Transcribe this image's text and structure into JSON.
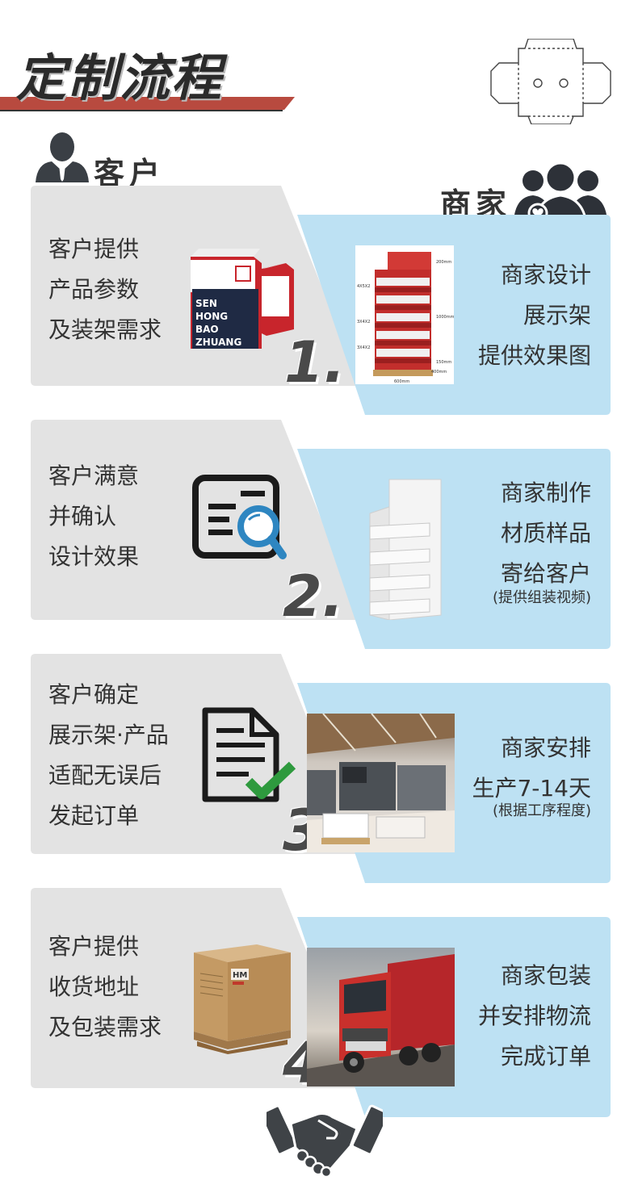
{
  "title": "定制流程",
  "roles": {
    "customer": "客户",
    "merchant": "商家"
  },
  "steps": [
    {
      "number": "1.",
      "left": [
        "客户提供",
        "产品参数",
        "及装架需求"
      ],
      "right": [
        "商家设计",
        "展示架",
        "提供效果图"
      ],
      "note": "",
      "box_label": [
        "SEN",
        "HONG",
        "BAO",
        "ZHUANG"
      ],
      "rack_dims": [
        "200mm",
        "1000mm",
        "150mm",
        "400mm",
        "600mm"
      ],
      "rack_rows": [
        "4X5X2",
        "3X4X2",
        "3X4X2"
      ]
    },
    {
      "number": "2.",
      "left": [
        "客户满意",
        "并确认",
        "设计效果"
      ],
      "right": [
        "商家制作",
        "材质样品",
        "寄给客户"
      ],
      "note": "(提供组装视频)"
    },
    {
      "number": "3.",
      "left": [
        "客户确定",
        "展示架·产品",
        "适配无误后",
        "发起订单"
      ],
      "right": [
        "商家安排",
        "生产7-14天"
      ],
      "note": "(根据工序程度)"
    },
    {
      "number": "4.",
      "left": [
        "客户提供",
        "收货地址",
        "及包装需求"
      ],
      "right": [
        "商家包装",
        "并安排物流",
        "完成订单"
      ],
      "note": "",
      "carton_label": "HM"
    }
  ],
  "colors": {
    "grey_panel": "#e3e3e3",
    "blue_panel": "#bde1f3",
    "accent_red": "#c0392b",
    "dark": "#2d3138",
    "check_green": "#2e9a3e",
    "magnifier_blue": "#2e86c1"
  },
  "icons": [
    "dieline-icon",
    "customer-icon",
    "merchant-group-icon",
    "document-search-icon",
    "document-check-icon",
    "handshake-icon"
  ]
}
